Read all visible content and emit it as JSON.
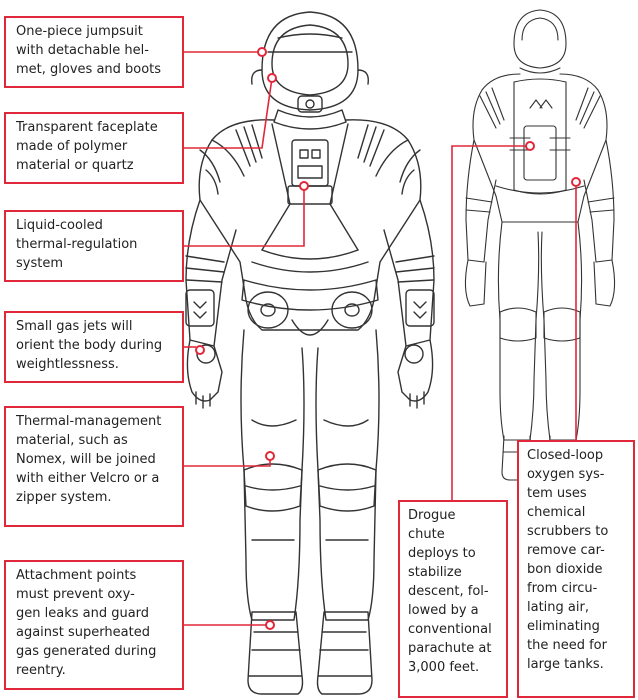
{
  "callouts": [
    {
      "id": "jumpsuit",
      "text": "One-piece jumpsuit\nwith detachable hel-\nmet, gloves and boots"
    },
    {
      "id": "faceplate",
      "text": "Transparent faceplate\nmade of polymer\nmaterial or quartz"
    },
    {
      "id": "thermal-regulation",
      "text": "Liquid-cooled\nthermal-regulation\nsystem"
    },
    {
      "id": "gas-jets",
      "text": "Small gas jets will\norient the body during\nweightlessness."
    },
    {
      "id": "thermal-material",
      "text": "Thermal-management\nmaterial, such as\nNomex, will be joined\nwith either Velcro or a\nzipper system."
    },
    {
      "id": "attachment-points",
      "text": "Attachment points\nmust prevent oxy-\ngen leaks and guard\nagainst superheated\ngas generated during\nreentry."
    },
    {
      "id": "drogue-chute",
      "text": "Drogue\nchute\ndeploys to\nstabilize\ndescent, fol-\nlowed by a\nconventional\nparachute at\n3,000 feet."
    },
    {
      "id": "oxygen-system",
      "text": "Closed-loop\noxygen sys-\ntem uses\nchemical\nscrubbers to\nremove car-\nbon dioxide\nfrom circu-\nlating air,\neliminating\nthe need for\nlarge tanks."
    }
  ],
  "colors": {
    "accent": "#e0283a",
    "line": "#333333"
  }
}
